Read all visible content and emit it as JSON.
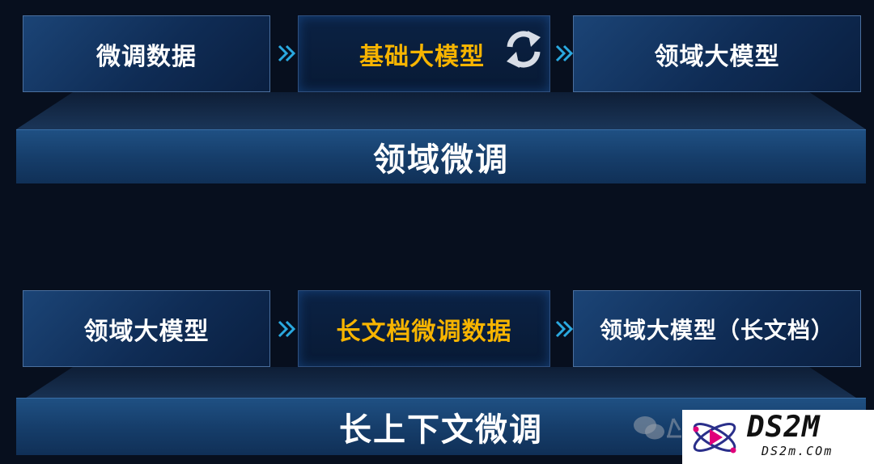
{
  "row1": {
    "box1": "微调数据",
    "box2": "基础大模型",
    "box3": "领域大模型",
    "platform": "领域微调"
  },
  "row2": {
    "box1": "领域大模型",
    "box2": "长文档微调数据",
    "box3": "领域大模型（长文档）",
    "platform": "长上下文微调"
  },
  "icons": {
    "arrow": "chevron-right-double-icon",
    "cycle": "refresh-cycle-icon",
    "wechat": "wechat-icon"
  },
  "watermark": {
    "title": "DS2M",
    "subtitle": "DS2m.COm"
  },
  "colors": {
    "highlight_text": "#f7b400",
    "normal_text": "#ffffff",
    "background": "#070f1e",
    "box_fill": "#15385f",
    "arrow": "#2aa9e0"
  }
}
